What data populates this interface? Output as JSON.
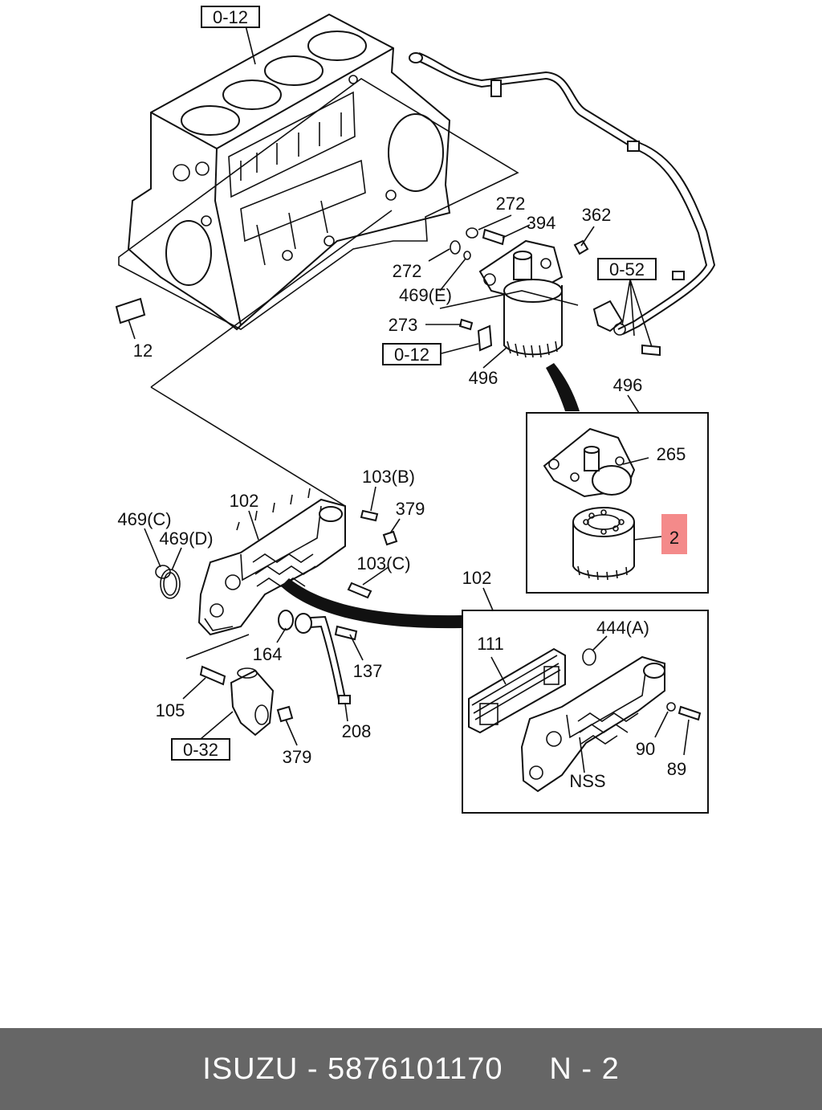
{
  "labels": {
    "ref_0_12_top": "0-12",
    "ref_0_12_mid": "0-12",
    "ref_0_52": "0-52",
    "ref_0_32": "0-32",
    "p272_a": "272",
    "p394": "394",
    "p362": "362",
    "p272_b": "272",
    "p469e": "469(E)",
    "p273": "273",
    "p12": "12",
    "p496_a": "496",
    "p496_b": "496",
    "p265": "265",
    "p2": "2",
    "p103b": "103(B)",
    "p102_a": "102",
    "p379_a": "379",
    "p469c": "469(C)",
    "p469d": "469(D)",
    "p103c": "103(C)",
    "p102_b": "102",
    "p164": "164",
    "p137": "137",
    "p105": "105",
    "p208": "208",
    "p379_b": "379",
    "p111": "111",
    "p444a": "444(A)",
    "p90": "90",
    "p89": "89",
    "nss": "NSS"
  },
  "highlight_color": "#f48a8a",
  "footer": {
    "brand": "ISUZU",
    "separator": "-",
    "part_number": "5876101170",
    "ref": "N - 2"
  }
}
